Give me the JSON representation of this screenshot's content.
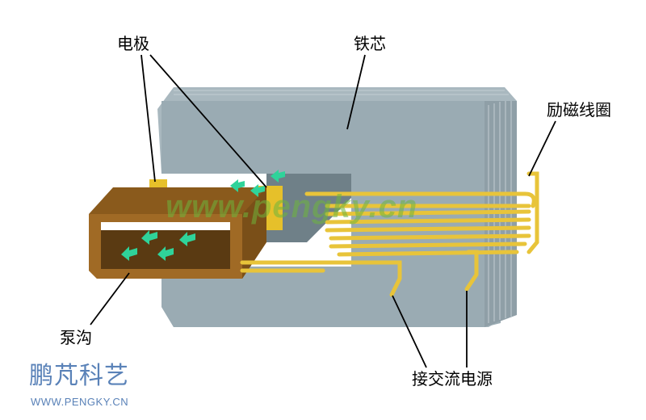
{
  "labels": {
    "electrode": "电极",
    "iron_core": "铁芯",
    "excitation_coil": "励磁线圈",
    "pump_channel": "泵沟",
    "ac_power": "接交流电源"
  },
  "watermark": "www.pengky.cn",
  "logo": {
    "name": "鹏芃科艺",
    "url": "WWW.PENGKY.CN"
  },
  "colors": {
    "core": "#9fb0b8",
    "coil": "#e8c43a",
    "channel": "#8a5a1c",
    "flow_arrow": "#2fd39a",
    "logo": "#5a82b8"
  }
}
